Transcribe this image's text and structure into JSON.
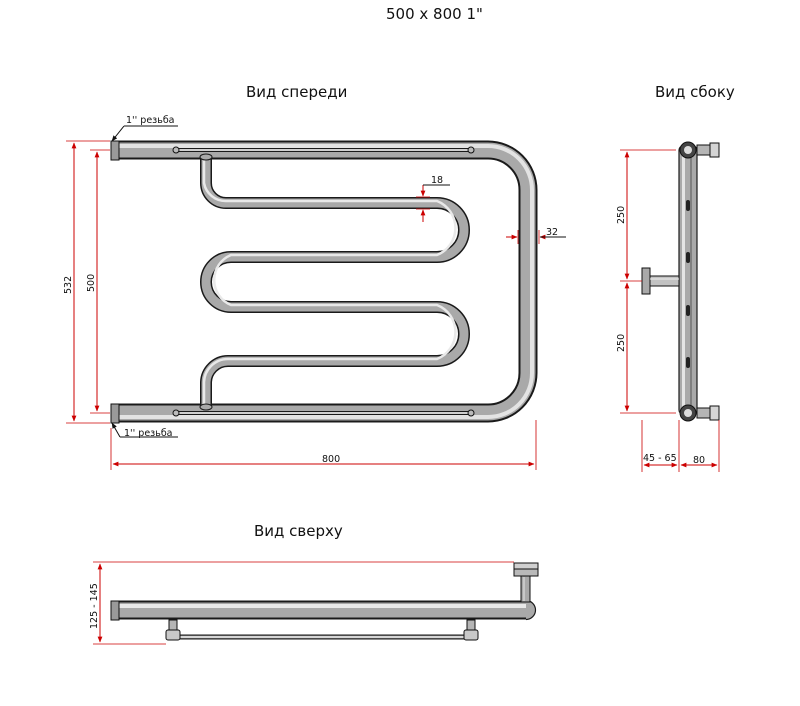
{
  "header": {
    "title": "500 x 800 1\""
  },
  "views": {
    "front": "Вид спереди",
    "side": "Вид сбоку",
    "top": "Вид сверху"
  },
  "dimensions": {
    "thread_top": "1'' резьба",
    "thread_bottom": "1'' резьба",
    "height_total": "532",
    "height_centers": "500",
    "width": "800",
    "tube_pitch": "18",
    "tube_dia": "32",
    "side_upper": "250",
    "side_lower": "250",
    "side_offset": "45 - 65",
    "side_depth": "80",
    "top_depth": "125 - 145"
  },
  "colors": {
    "dimension": "#cc0000",
    "pipe_outline": "#1a1a1a",
    "pipe_body": "#a9a9a9",
    "pipe_highlight": "#e9e9e9"
  }
}
